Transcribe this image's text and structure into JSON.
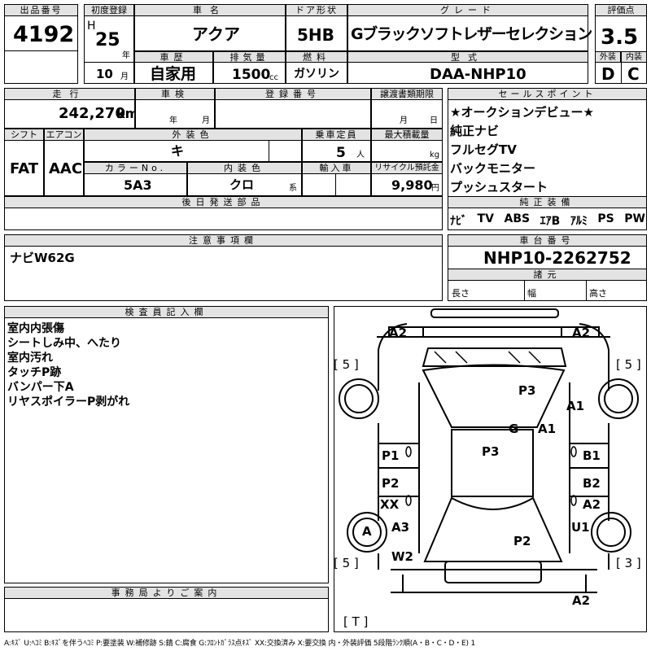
{
  "lot": {
    "label": "出品番号",
    "value": "4192"
  },
  "first_reg": {
    "label": "初度登録",
    "era": "H",
    "year": "25",
    "year_unit": "年",
    "month": "10",
    "month_unit": "月"
  },
  "car_name": {
    "label": "車名",
    "value": "アクア"
  },
  "door": {
    "label": "ドア形状",
    "value": "5HB"
  },
  "grade": {
    "label": "グレード",
    "value": "Gブラックソフトレザーセレクション"
  },
  "score": {
    "label": "評価点",
    "value": "3.5",
    "ext_label": "外装",
    "ext_value": "D",
    "int_label": "内装",
    "int_value": "C"
  },
  "history": {
    "label": "車歴",
    "value": "自家用"
  },
  "displacement": {
    "label": "排気量",
    "value": "1500",
    "unit": "cc"
  },
  "fuel": {
    "label": "燃料",
    "value": "ガソリン"
  },
  "model": {
    "label": "型式",
    "value": "DAA-NHP10"
  },
  "mileage": {
    "label": "走行",
    "value": "242,270",
    "unit": "km"
  },
  "inspection": {
    "label": "車検",
    "year_unit": "年",
    "month_unit": "月"
  },
  "reg_no": {
    "label": "登録番号"
  },
  "transfer": {
    "label": "譲渡書類期限",
    "month_unit": "月",
    "day_unit": "日"
  },
  "shift": {
    "label": "シフト",
    "value": "FAT"
  },
  "aircon": {
    "label": "エアコン",
    "value": "AAC"
  },
  "ext_color": {
    "label": "外装色",
    "value": "キ"
  },
  "capacity": {
    "label": "乗車定員",
    "value": "5",
    "unit": "人"
  },
  "max_load": {
    "label": "最大積載量",
    "unit": "kg"
  },
  "color_no": {
    "label": "カラーNo.",
    "value": "5A3"
  },
  "int_color": {
    "label": "内装色",
    "value": "クロ",
    "unit": "系"
  },
  "import": {
    "label": "輸入車"
  },
  "recycle": {
    "label": "リサイクル預託金",
    "value": "9,980",
    "unit": "円"
  },
  "later_parts": {
    "label": "後日発送部品"
  },
  "sales_points": {
    "label": "セールスポイント",
    "items": [
      "★オークションデビュー★",
      "純正ナビ",
      "フルセグTV",
      "バックモニター",
      "プッシュスタート"
    ]
  },
  "equipment": {
    "label": "純正装備",
    "items": [
      "ﾅﾋﾞ",
      "TV",
      "ABS",
      "ｴｱB",
      "ｱﾙﾐ",
      "PS",
      "PW"
    ]
  },
  "notes": {
    "label": "注意事項欄",
    "text": "ナビW62G"
  },
  "chassis": {
    "label": "車台番号",
    "value": "NHP10-2262752"
  },
  "specs": {
    "label": "諸元",
    "length": "長さ",
    "width": "幅",
    "height": "高さ"
  },
  "inspector": {
    "label": "検査員記入欄",
    "items": [
      "室内内張傷",
      "シートしみ中、へたり",
      "室内汚れ",
      "タッチP跡",
      "バンパー下A",
      "リヤスポイラーP剥がれ"
    ]
  },
  "office": {
    "label": "事務局よりご案内"
  },
  "legend": "A:ｷｽﾞ U:ﾍｺﾐ B:ｷｽﾞを伴うﾍｺﾐ P:要塗装 W:補修跡 S:錆 C:腐食 G:ﾌﾛﾝﾄｶﾞﾗｽ点ｷｽﾞ XX:交換済み X:要交換 内・外装評価 5段階ﾗﾝｸ順(A・B・C・D・E) 1",
  "diagram": {
    "tires": {
      "front_left": "[ 5 ]",
      "front_right": "[ 5 ]",
      "rear_left": "[ 5 ]",
      "rear_right": "[ 3 ]",
      "spare": "[ T ]"
    },
    "marks": [
      {
        "id": "a2-fl",
        "text": "A2"
      },
      {
        "id": "a2-fr",
        "text": "A2"
      },
      {
        "id": "p3-hood",
        "text": "P3"
      },
      {
        "id": "a1-fender",
        "text": "A1"
      },
      {
        "id": "g-glass",
        "text": "G"
      },
      {
        "id": "a1-pillar",
        "text": "A1"
      },
      {
        "id": "p3-roof",
        "text": "P3"
      },
      {
        "id": "p1",
        "text": "P1"
      },
      {
        "id": "b1",
        "text": "B1"
      },
      {
        "id": "p2-left",
        "text": "P2"
      },
      {
        "id": "b2",
        "text": "B2"
      },
      {
        "id": "xx",
        "text": "XX"
      },
      {
        "id": "a2-right",
        "text": "A2"
      },
      {
        "id": "a-wheel",
        "text": "A"
      },
      {
        "id": "a3",
        "text": "A3"
      },
      {
        "id": "u1",
        "text": "U1"
      },
      {
        "id": "p2-trunk",
        "text": "P2"
      },
      {
        "id": "w2",
        "text": "W2"
      },
      {
        "id": "a2-rear",
        "text": "A2"
      }
    ]
  }
}
